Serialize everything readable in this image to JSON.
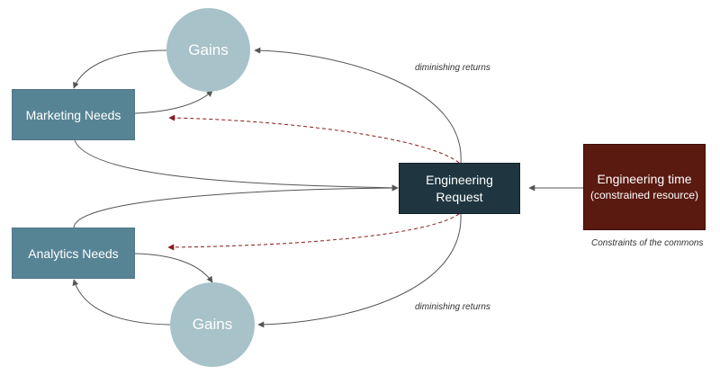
{
  "nodes": {
    "gains_top": {
      "label": "Gains"
    },
    "gains_bottom": {
      "label": "Gains"
    },
    "marketing_needs": {
      "label": "Marketing Needs"
    },
    "analytics_needs": {
      "label": "Analytics Needs"
    },
    "engineering_request": {
      "line1": "Engineering",
      "line2": "Request"
    },
    "engineering_time": {
      "line1": "Engineering time",
      "line2": "(constrained resource)"
    }
  },
  "annotations": {
    "top_returns": "diminishing returns",
    "bottom_returns": "diminishing returns",
    "constraints": "Constraints of the commons"
  },
  "colors": {
    "circle": "#a7c2c8",
    "needs_box": "#578495",
    "request_box": "#1f3640",
    "resource_box": "#5a1a10",
    "connector": "#555555",
    "dashed_connector": "#8b1a1a"
  }
}
